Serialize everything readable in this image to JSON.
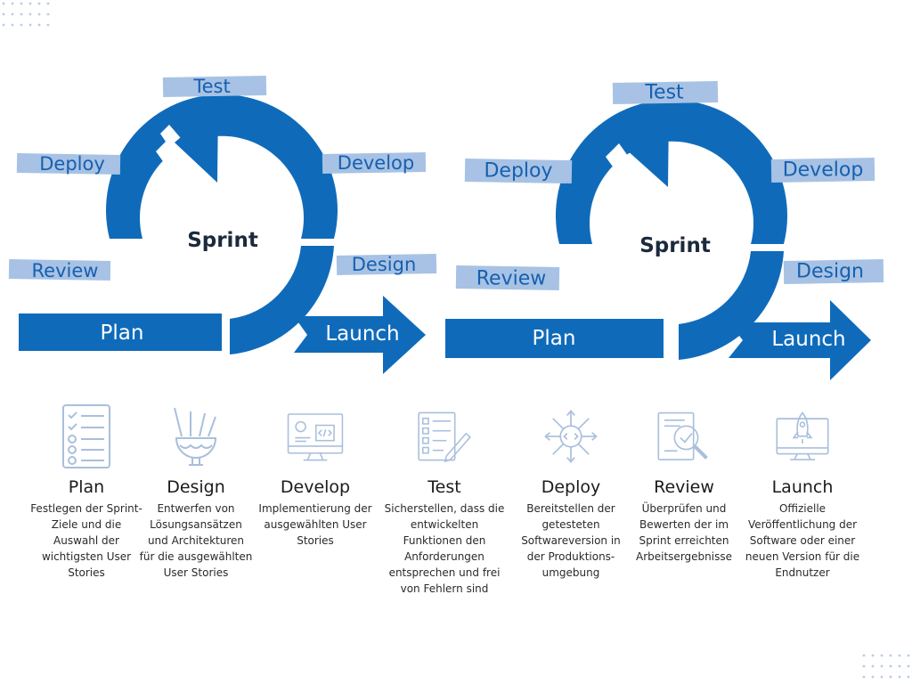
{
  "colors": {
    "primary": "#0f6bba",
    "pill": "#a7c2e4",
    "label": "#1660b0",
    "center": "#1d2a3d",
    "icon": "#a9bfdc"
  },
  "diagrams": [
    {
      "center": "Sprint",
      "labels": {
        "test": "Test",
        "deploy": "Deploy",
        "develop": "Develop",
        "review": "Review",
        "design": "Design"
      },
      "plan": "Plan",
      "launch": "Launch"
    },
    {
      "center": "Sprint",
      "labels": {
        "test": "Test",
        "deploy": "Deploy",
        "develop": "Develop",
        "review": "Review",
        "design": "Design"
      },
      "plan": "Plan",
      "launch": "Launch"
    }
  ],
  "stages": [
    {
      "icon": "checklist-icon",
      "title": "Plan",
      "desc": "Festlegen der Sprint-Ziele und die Auswahl der wichtigsten User Stories"
    },
    {
      "icon": "design-tools-icon",
      "title": "Design",
      "desc": "Entwerfen von Lösungsansätzen und Architekturen für die ausgewählten User Stories"
    },
    {
      "icon": "code-monitor-icon",
      "title": "Develop",
      "desc": "Implementierung der ausgewählten User Stories"
    },
    {
      "icon": "test-checklist-icon",
      "title": "Test",
      "desc": "Sicherstellen, dass die entwickelten Funktionen den Anforderungen entsprechen und frei von Fehlern sind"
    },
    {
      "icon": "deploy-network-icon",
      "title": "Deploy",
      "desc": "Bereitstellen der getesteten Softwareversion in der Produktions-umgebung"
    },
    {
      "icon": "review-magnifier-icon",
      "title": "Review",
      "desc": "Überprüfen und Bewerten der im Sprint erreichten Arbeitsergebnisse"
    },
    {
      "icon": "launch-rocket-icon",
      "title": "Launch",
      "desc": "Offizielle Veröffentlichung der Software oder einer neuen Version für die Endnutzer"
    }
  ]
}
